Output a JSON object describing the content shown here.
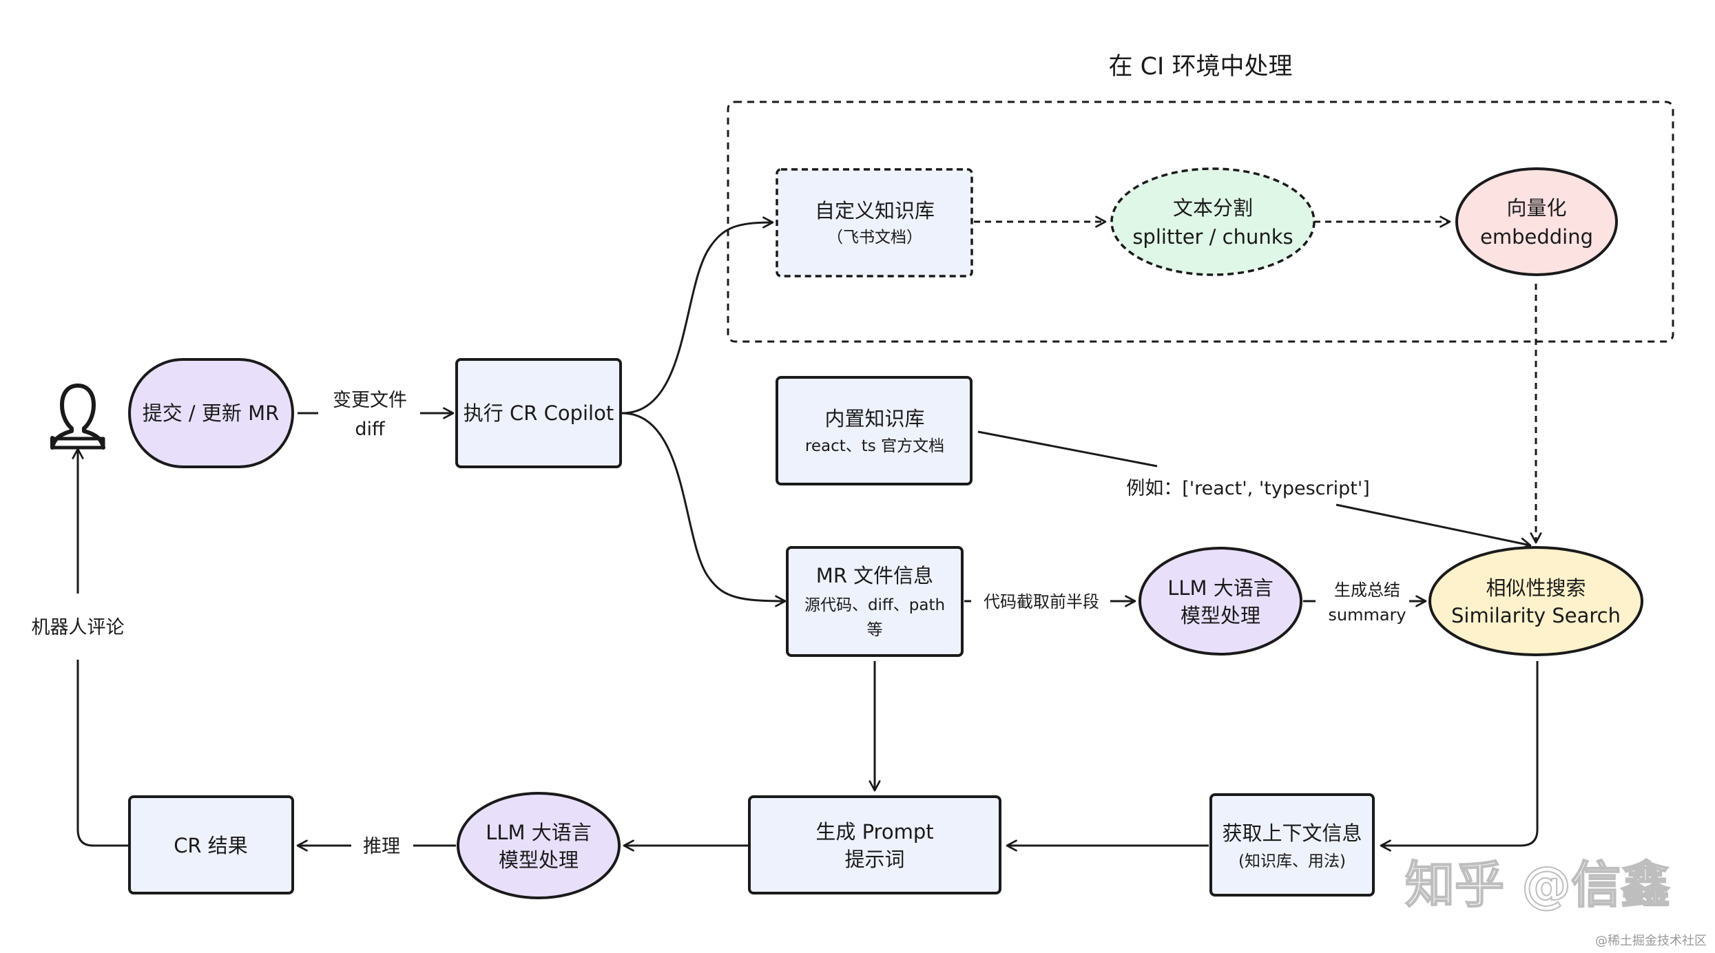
{
  "title": "在 CI 环境中处理",
  "colors": {
    "stroke": "#1a1a1a",
    "purple": "#e8e0fb",
    "blue": "#eef2fd",
    "green": "#dff7e6",
    "pink": "#fde2e2",
    "yellow": "#fdf2cc"
  },
  "nodes": {
    "user_icon": "user-icon",
    "submit_mr": "提交 / 更新 MR",
    "run_copilot": "执行 CR Copilot",
    "custom_kb": {
      "line1": "自定义知识库",
      "line2": "（飞书文档）"
    },
    "text_split": {
      "line1": "文本分割",
      "line2": "splitter / chunks"
    },
    "vectorize": {
      "line1": "向量化",
      "line2": "embedding"
    },
    "builtin_kb": {
      "line1": "内置知识库",
      "line2": "react、ts 官方文档"
    },
    "mr_info": {
      "line1": "MR 文件信息",
      "line2": "源代码、diff、path",
      "line3": "等"
    },
    "llm_summary": {
      "line1": "LLM 大语言",
      "line2": "模型处理"
    },
    "similarity": {
      "line1": "相似性搜索",
      "line2": "Similarity Search"
    },
    "get_context": {
      "line1": "获取上下文信息",
      "line2": "(知识库、用法)"
    },
    "gen_prompt": {
      "line1": "生成 Prompt",
      "line2": "提示词"
    },
    "llm_reason": {
      "line1": "LLM 大语言",
      "line2": "模型处理"
    },
    "cr_result": "CR 结果"
  },
  "edges": {
    "changed_files": {
      "line1": "变更文件",
      "line2": "diff"
    },
    "code_truncate": "代码截取前半段",
    "gen_summary": {
      "line1": "生成总结",
      "line2": "summary"
    },
    "example": "例如：['react', 'typescript']",
    "reasoning": "推理",
    "bot_comment": "机器人评论"
  },
  "watermark": {
    "zhihu": "知乎 @信鑫",
    "juejin": "@稀土掘金技术社区"
  }
}
